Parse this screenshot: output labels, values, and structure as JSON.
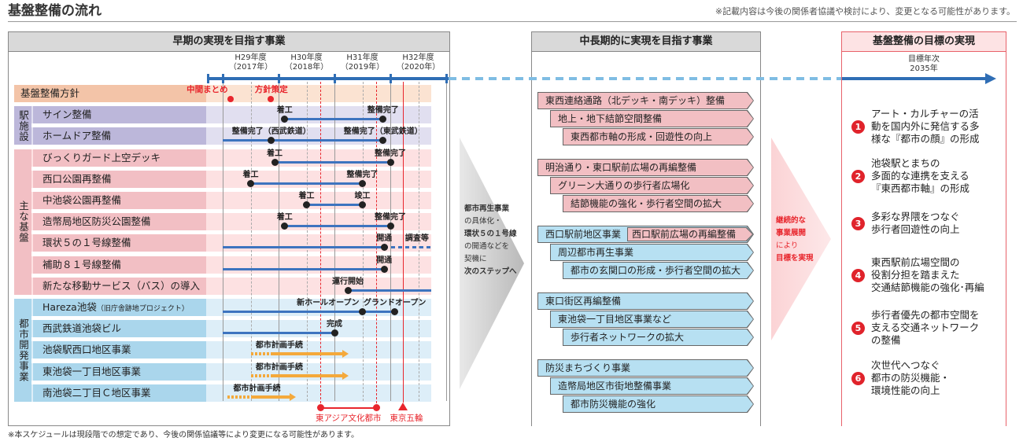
{
  "title": "基盤整備の流れ",
  "top_note": "※記載内容は今後の関係者協議や検討により、変更となる可能性があります。",
  "footnote": "※本スケジュールは現段階での想定であり、今後の関係協議等により変更になる可能性があります。",
  "colors": {
    "bar": "#3d74bf",
    "red": "#e8262d",
    "orange": "#f4a93b"
  },
  "panel_early": {
    "title": "早期の実現を目指す事業",
    "years": [
      {
        "era": "H29年度",
        "year": "（2017年）"
      },
      {
        "era": "H30年度",
        "year": "（2018年）"
      },
      {
        "era": "H31年度",
        "year": "（2019年）"
      },
      {
        "era": "H32年度",
        "year": "（2020年）"
      }
    ],
    "milestones": {
      "culture_city": "東アジア文化都市",
      "culture_start": 2018.75,
      "culture_end": 2019.75,
      "olympics": "東京五輪",
      "olympics_at": 2020.23
    },
    "groups": [
      {
        "label": "駅施設",
        "rows": [
          1,
          2
        ]
      },
      {
        "label": "主な基盤",
        "rows": [
          3,
          9
        ]
      },
      {
        "label": "都市開発事業",
        "rows": [
          10,
          14
        ]
      }
    ],
    "rows": [
      {
        "label": "基盤整備方針",
        "kind": "policy",
        "events": [
          {
            "t": 2017.15,
            "label": "中間まとめ",
            "red": true
          },
          {
            "t": 2017.87,
            "label": "方針策定",
            "red": true
          }
        ]
      },
      {
        "label": "サイン整備",
        "kind": "station",
        "bar": [
          2018.11,
          2019.87
        ],
        "events": [
          {
            "t": 2018.11,
            "label": "着工"
          },
          {
            "t": 2019.87,
            "label": "整備完了"
          }
        ]
      },
      {
        "label": "ホームドア整備",
        "kind": "station",
        "bar": [
          2017.0,
          2019.87
        ],
        "events": [
          {
            "t": 2017.87,
            "label": "整備完了（西武鉄道）"
          },
          {
            "t": 2019.87,
            "label": "整備完了（東武鉄道）"
          }
        ]
      },
      {
        "label": "びっくりガード上空デッキ",
        "kind": "infra",
        "bar": [
          2017.93,
          2020.0
        ],
        "events": [
          {
            "t": 2017.93,
            "label": "着工"
          },
          {
            "t": 2020.0,
            "label": "整備完了"
          }
        ]
      },
      {
        "label": "西口公園再整備",
        "kind": "infra",
        "bar": [
          2017.5,
          2019.5
        ],
        "events": [
          {
            "t": 2017.5,
            "label": "着工"
          },
          {
            "t": 2019.5,
            "label": "整備完了"
          }
        ]
      },
      {
        "label": "中池袋公園再整備",
        "kind": "infra",
        "bar": [
          2018.5,
          2019.5
        ],
        "events": [
          {
            "t": 2018.5,
            "label": "着工"
          },
          {
            "t": 2019.5,
            "label": "竣工"
          }
        ]
      },
      {
        "label": "造幣局地区防災公園整備",
        "kind": "infra",
        "bar": [
          2018.11,
          2020.0
        ],
        "events": [
          {
            "t": 2018.11,
            "label": "着工"
          },
          {
            "t": 2020.0,
            "label": "整備完了"
          }
        ]
      },
      {
        "label": "環状５の１号線整備",
        "kind": "infra",
        "bar": [
          2017.0,
          2019.89
        ],
        "dotted": [
          2019.89,
          2020.73
        ],
        "dotted_label": "調査等",
        "events": [
          {
            "t": 2019.89,
            "label": "開通"
          }
        ]
      },
      {
        "label": "補助８１号線整備",
        "kind": "infra",
        "bar": [
          2017.0,
          2019.89
        ],
        "events": [
          {
            "t": 2019.89,
            "label": "開通"
          }
        ]
      },
      {
        "label": "新たな移動サービス（バス）の導入",
        "kind": "infra",
        "bar": [
          2019.24,
          2020.73
        ],
        "events": [
          {
            "t": 2019.24,
            "label": "運行開始"
          }
        ]
      },
      {
        "label": "Hareza池袋",
        "sublabel": "（旧庁舎跡地プロジェクト）",
        "kind": "urban",
        "bar": [
          2017.0,
          2020.08
        ],
        "events": [
          {
            "t": 2019.5,
            "label": "新ホールオープン"
          },
          {
            "t": 2020.08,
            "label": "グランドオープン"
          }
        ]
      },
      {
        "label": "西武鉄道池袋ビル",
        "kind": "urban",
        "bar": [
          2017.0,
          2019.0
        ],
        "events": [
          {
            "t": 2019.0,
            "label": "完成"
          }
        ]
      },
      {
        "label": "池袋駅西口地区事業",
        "kind": "urban",
        "arrow": [
          2017.5,
          2017.9,
          2019.24
        ],
        "arrow_label": "都市計画手続"
      },
      {
        "label": "東池袋一丁目地区事業",
        "kind": "urban",
        "arrow": [
          2017.5,
          2017.9,
          2019.24
        ],
        "arrow_label": "都市計画手続"
      },
      {
        "label": "南池袋二丁目Ｃ地区事業",
        "kind": "urban",
        "arrow": [
          2017.08,
          2017.5,
          2018.3
        ],
        "arrow_label": "都市計画手続"
      }
    ]
  },
  "transition1": [
    "都市再生事業",
    "の具体化・",
    "環状５の１号線",
    "の開通などを",
    "契機に",
    "次のステップへ"
  ],
  "panel_mid": {
    "title": "中長期的に実現を目指す事業",
    "groups": [
      {
        "color": "pink",
        "items": [
          "東西連絡通路（北デッキ・南デッキ）整備",
          "地上・地下結節空間整備",
          "東西都市軸の形成・回遊性の向上"
        ]
      },
      {
        "color": "pink",
        "items": [
          "明治通り・東口駅前広場の再編整備",
          "グリーン大通りの歩行者広場化",
          "結節機能の強化・歩行者空間の拡大"
        ]
      },
      {
        "color": "blue",
        "items": [
          "西口駅前地区事業",
          "周辺都市再生事業",
          "都市の玄関口の形成・歩行者空間の拡大"
        ],
        "sub": "西口駅前広場の再編整備"
      },
      {
        "color": "blue",
        "items": [
          "東口街区再編整備",
          "東池袋一丁目地区事業など",
          "歩行者ネットワークの拡大"
        ]
      },
      {
        "color": "blue",
        "items": [
          "防災まちづくり事業",
          "造幣局地区市街地整備事業",
          "都市防災機能の強化"
        ]
      }
    ]
  },
  "transition2": [
    "継続的な",
    "事業展開",
    "により",
    "目標を実現"
  ],
  "panel_goal": {
    "title": "基盤整備の目標の実現",
    "target_label": "目標年次",
    "target_year": "2035年",
    "goals": [
      {
        "n": "1",
        "text": "アート・カルチャーの活\n動を国内外に発信する多\n様な『都市の顔』の形成"
      },
      {
        "n": "2",
        "text": "池袋駅とまちの\n多面的な連携を支える\n『東西都市軸』の形成"
      },
      {
        "n": "3",
        "text": "多彩な界隈をつなぐ\n歩行者回遊性の向上"
      },
      {
        "n": "4",
        "text": "東西駅前広場空間の\n役割分担を踏まえた\n交通結節機能の強化･再編"
      },
      {
        "n": "5",
        "text": "歩行者優先の都市空間を\n支える交通ネットワーク\nの整備"
      },
      {
        "n": "6",
        "text": "次世代へつなぐ\n都市の防災機能・\n環境性能の向上"
      }
    ]
  }
}
